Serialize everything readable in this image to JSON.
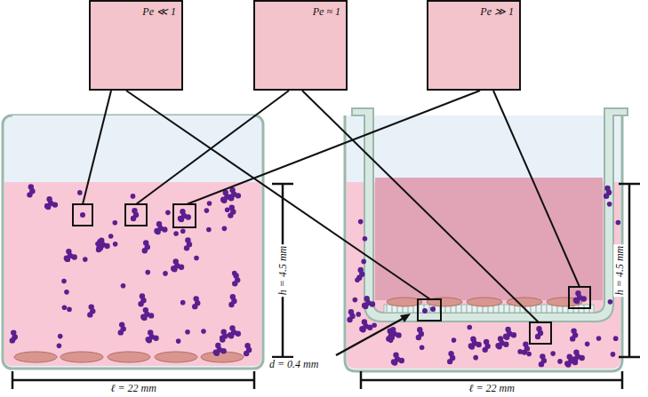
{
  "diagram": {
    "nodes": [
      {
        "text": [
          "Pe ≪ 1"
        ]
      },
      {
        "text": [
          "Pe ≈ 1"
        ]
      },
      {
        "text": [
          "Pe ≫ 1"
        ]
      }
    ],
    "labels": [
      "h = 4.5 mm",
      "ℓ = 22 mm",
      "h = 4.5 mm",
      "ℓ = 22 mm",
      "d = 0.4 mm"
    ]
  }
}
